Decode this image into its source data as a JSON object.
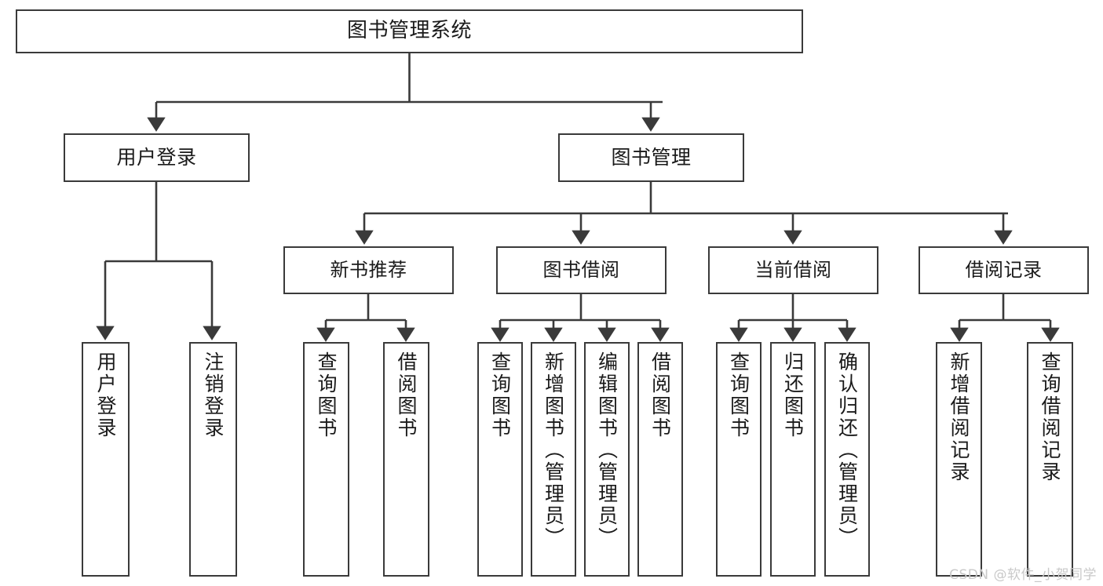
{
  "diagram": {
    "title": "图书管理系统",
    "watermark": "CSDN @软件_小贺同学",
    "colors": {
      "node_border": "#3a3a3a",
      "node_fill": "#ffffff",
      "connector": "#3a3a3a",
      "text": "#1a1a1a",
      "watermark": "#c9c9c9",
      "background": "#ffffff"
    },
    "nodes": {
      "root": {
        "label": "图书管理系统"
      },
      "level2": [
        {
          "label": "用户登录"
        },
        {
          "label": "图书管理"
        }
      ],
      "level3": [
        {
          "label": "新书推荐"
        },
        {
          "label": "图书借阅"
        },
        {
          "label": "当前借阅"
        },
        {
          "label": "借阅记录"
        }
      ],
      "leaves": {
        "user_login": [
          {
            "label": "用户登录"
          },
          {
            "label": "注销登录"
          }
        ],
        "new_book": [
          {
            "label": "查询图书"
          },
          {
            "label": "借阅图书"
          }
        ],
        "book_borrow": [
          {
            "label": "查询图书"
          },
          {
            "label": "新增图书（管理员）"
          },
          {
            "label": "编辑图书（管理员）"
          },
          {
            "label": "借阅图书"
          }
        ],
        "current_borrow": [
          {
            "label": "查询图书"
          },
          {
            "label": "归还图书"
          },
          {
            "label": "确认归还（管理员）"
          }
        ],
        "borrow_record": [
          {
            "label": "新增借阅记录"
          },
          {
            "label": "查询借阅记录"
          }
        ]
      }
    }
  }
}
